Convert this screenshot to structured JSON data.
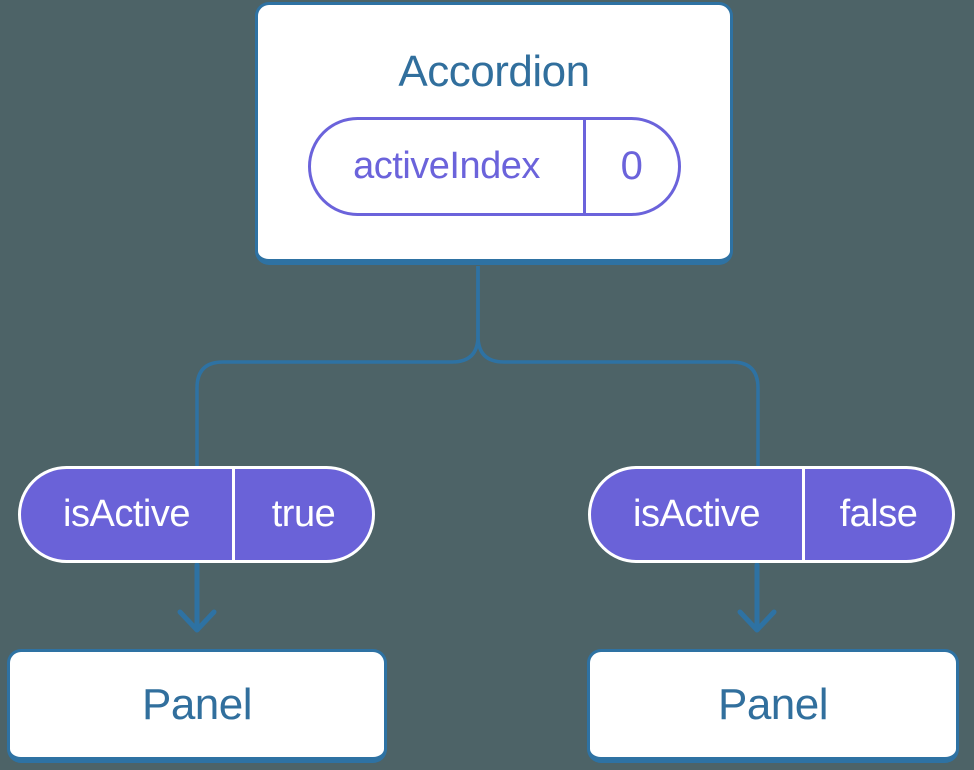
{
  "colors": {
    "background": "#4D6367",
    "line_blue": "#2E72A3",
    "label_blue": "#316F9D",
    "pill_fill_purple": "#6A62D8",
    "pill_outline_purple": "#6B63DB",
    "pill_text": "#FFFFFF",
    "node_fill": "#FFFFFF"
  },
  "tree": {
    "root": {
      "label": "Accordion",
      "state_pill": {
        "name": "activeIndex",
        "value": "0"
      }
    },
    "children": [
      {
        "prop_pill": {
          "name": "isActive",
          "value": "true"
        },
        "node_label": "Panel"
      },
      {
        "prop_pill": {
          "name": "isActive",
          "value": "false"
        },
        "node_label": "Panel"
      }
    ]
  }
}
